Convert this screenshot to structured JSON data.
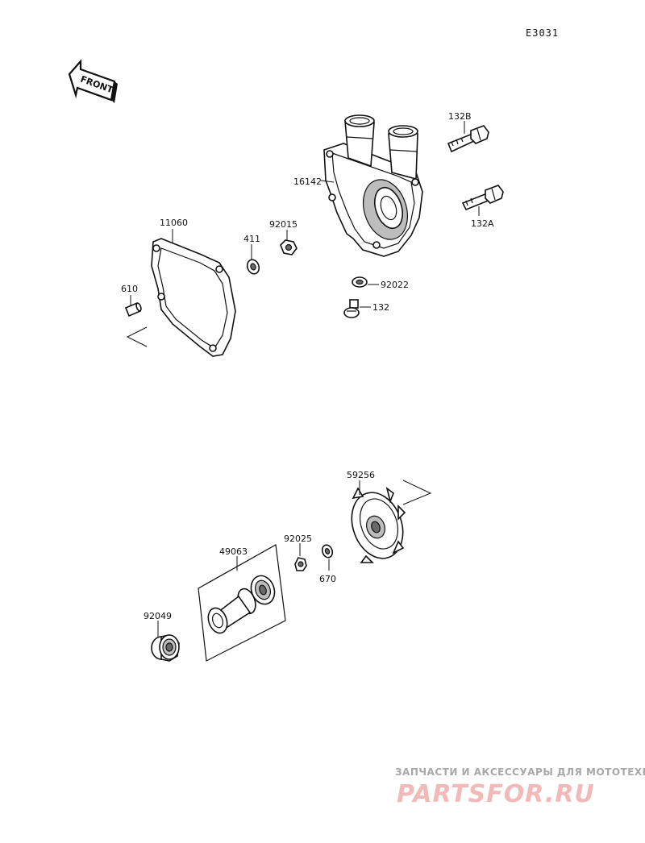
{
  "diagram_code": "E3031",
  "front_label": "FRONT",
  "parts": {
    "p132B": "132B",
    "p132A": "132A",
    "p16142": "16142",
    "p92015": "92015",
    "p411": "411",
    "p11060": "11060",
    "p610": "610",
    "p92022": "92022",
    "p132": "132",
    "p59256": "59256",
    "p92025": "92025",
    "p670": "670",
    "p49063": "49063",
    "p92049": "92049"
  },
  "watermark": {
    "tagline": "ЗАПЧАСТИ И АКСЕССУАРЫ ДЛЯ МОТОТЕХНИКИ",
    "brand": "PARTSFOR.RU"
  }
}
